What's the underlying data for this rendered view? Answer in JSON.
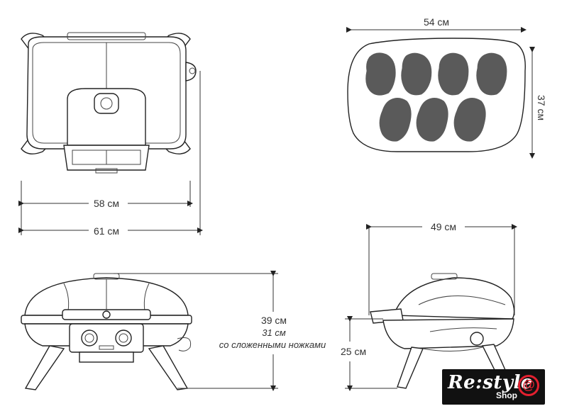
{
  "dimensions": {
    "top_view": {
      "inner_width": "58 см",
      "outer_width": "61 см"
    },
    "grate": {
      "width": "54 см",
      "depth": "37 см"
    },
    "front_view": {
      "height": "39 см",
      "folded_height": "31 см",
      "folded_note": "со сложенными ножками"
    },
    "side_view": {
      "depth": "49 см",
      "leg_height": "25 см"
    }
  },
  "logo": {
    "brand": "Re:style",
    "sub": "Shop",
    "mark": "@"
  },
  "colors": {
    "line": "#222222",
    "steak": "#5a5a5a",
    "logo_bg": "#111111",
    "logo_accent": "#e3202f"
  }
}
